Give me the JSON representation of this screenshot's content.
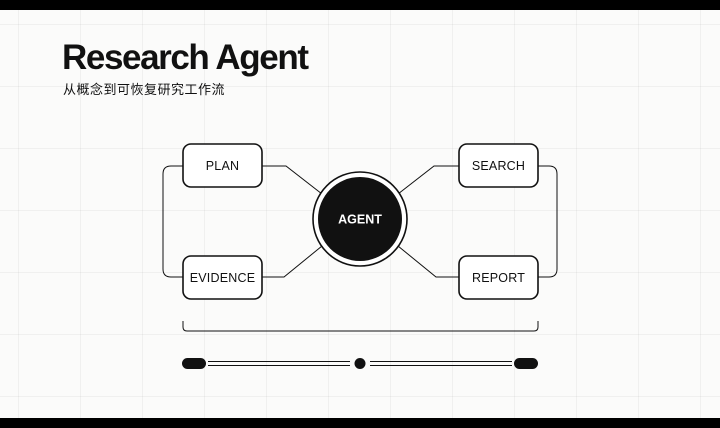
{
  "slide": {
    "title": "Research Agent",
    "subtitle": "从概念到可恢复研究工作流"
  },
  "diagram": {
    "center": {
      "label": "AGENT"
    },
    "nodes": {
      "plan": "PLAN",
      "search": "SEARCH",
      "evidence": "EVIDENCE",
      "report": "REPORT"
    }
  },
  "colors": {
    "ink": "#111111",
    "background": "#fbfbfa",
    "grid": "#efefee"
  }
}
